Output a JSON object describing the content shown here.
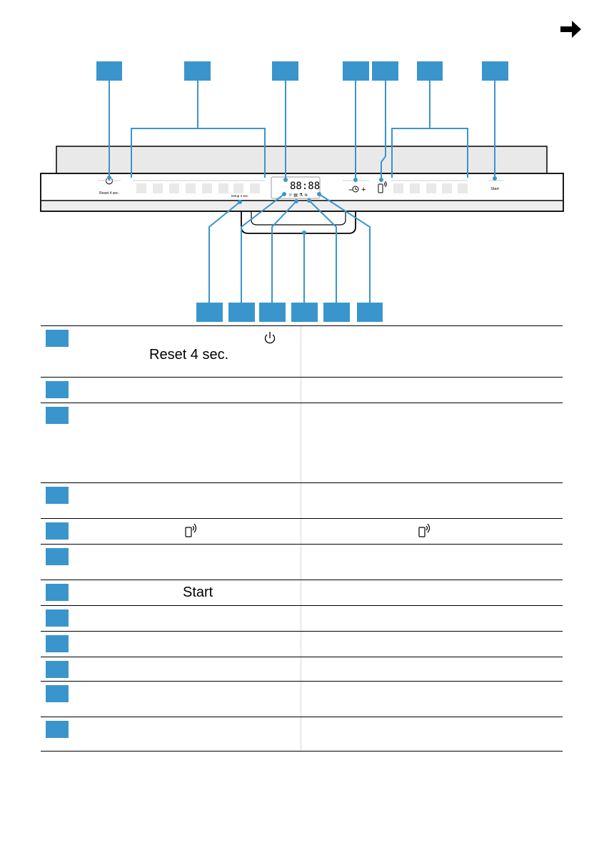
{
  "page_marker": "arrow-right",
  "accent_color": "#3a95cc",
  "panel": {
    "reset_label": "Reset 4 sec.",
    "setup_label": "Setup 3 sec.",
    "start_label": "Start",
    "display_digits": "88:88",
    "timer_minus": "−",
    "timer_plus": "+"
  },
  "legend": {
    "reset_text": "Reset 4 sec.",
    "start_text": "Start"
  }
}
